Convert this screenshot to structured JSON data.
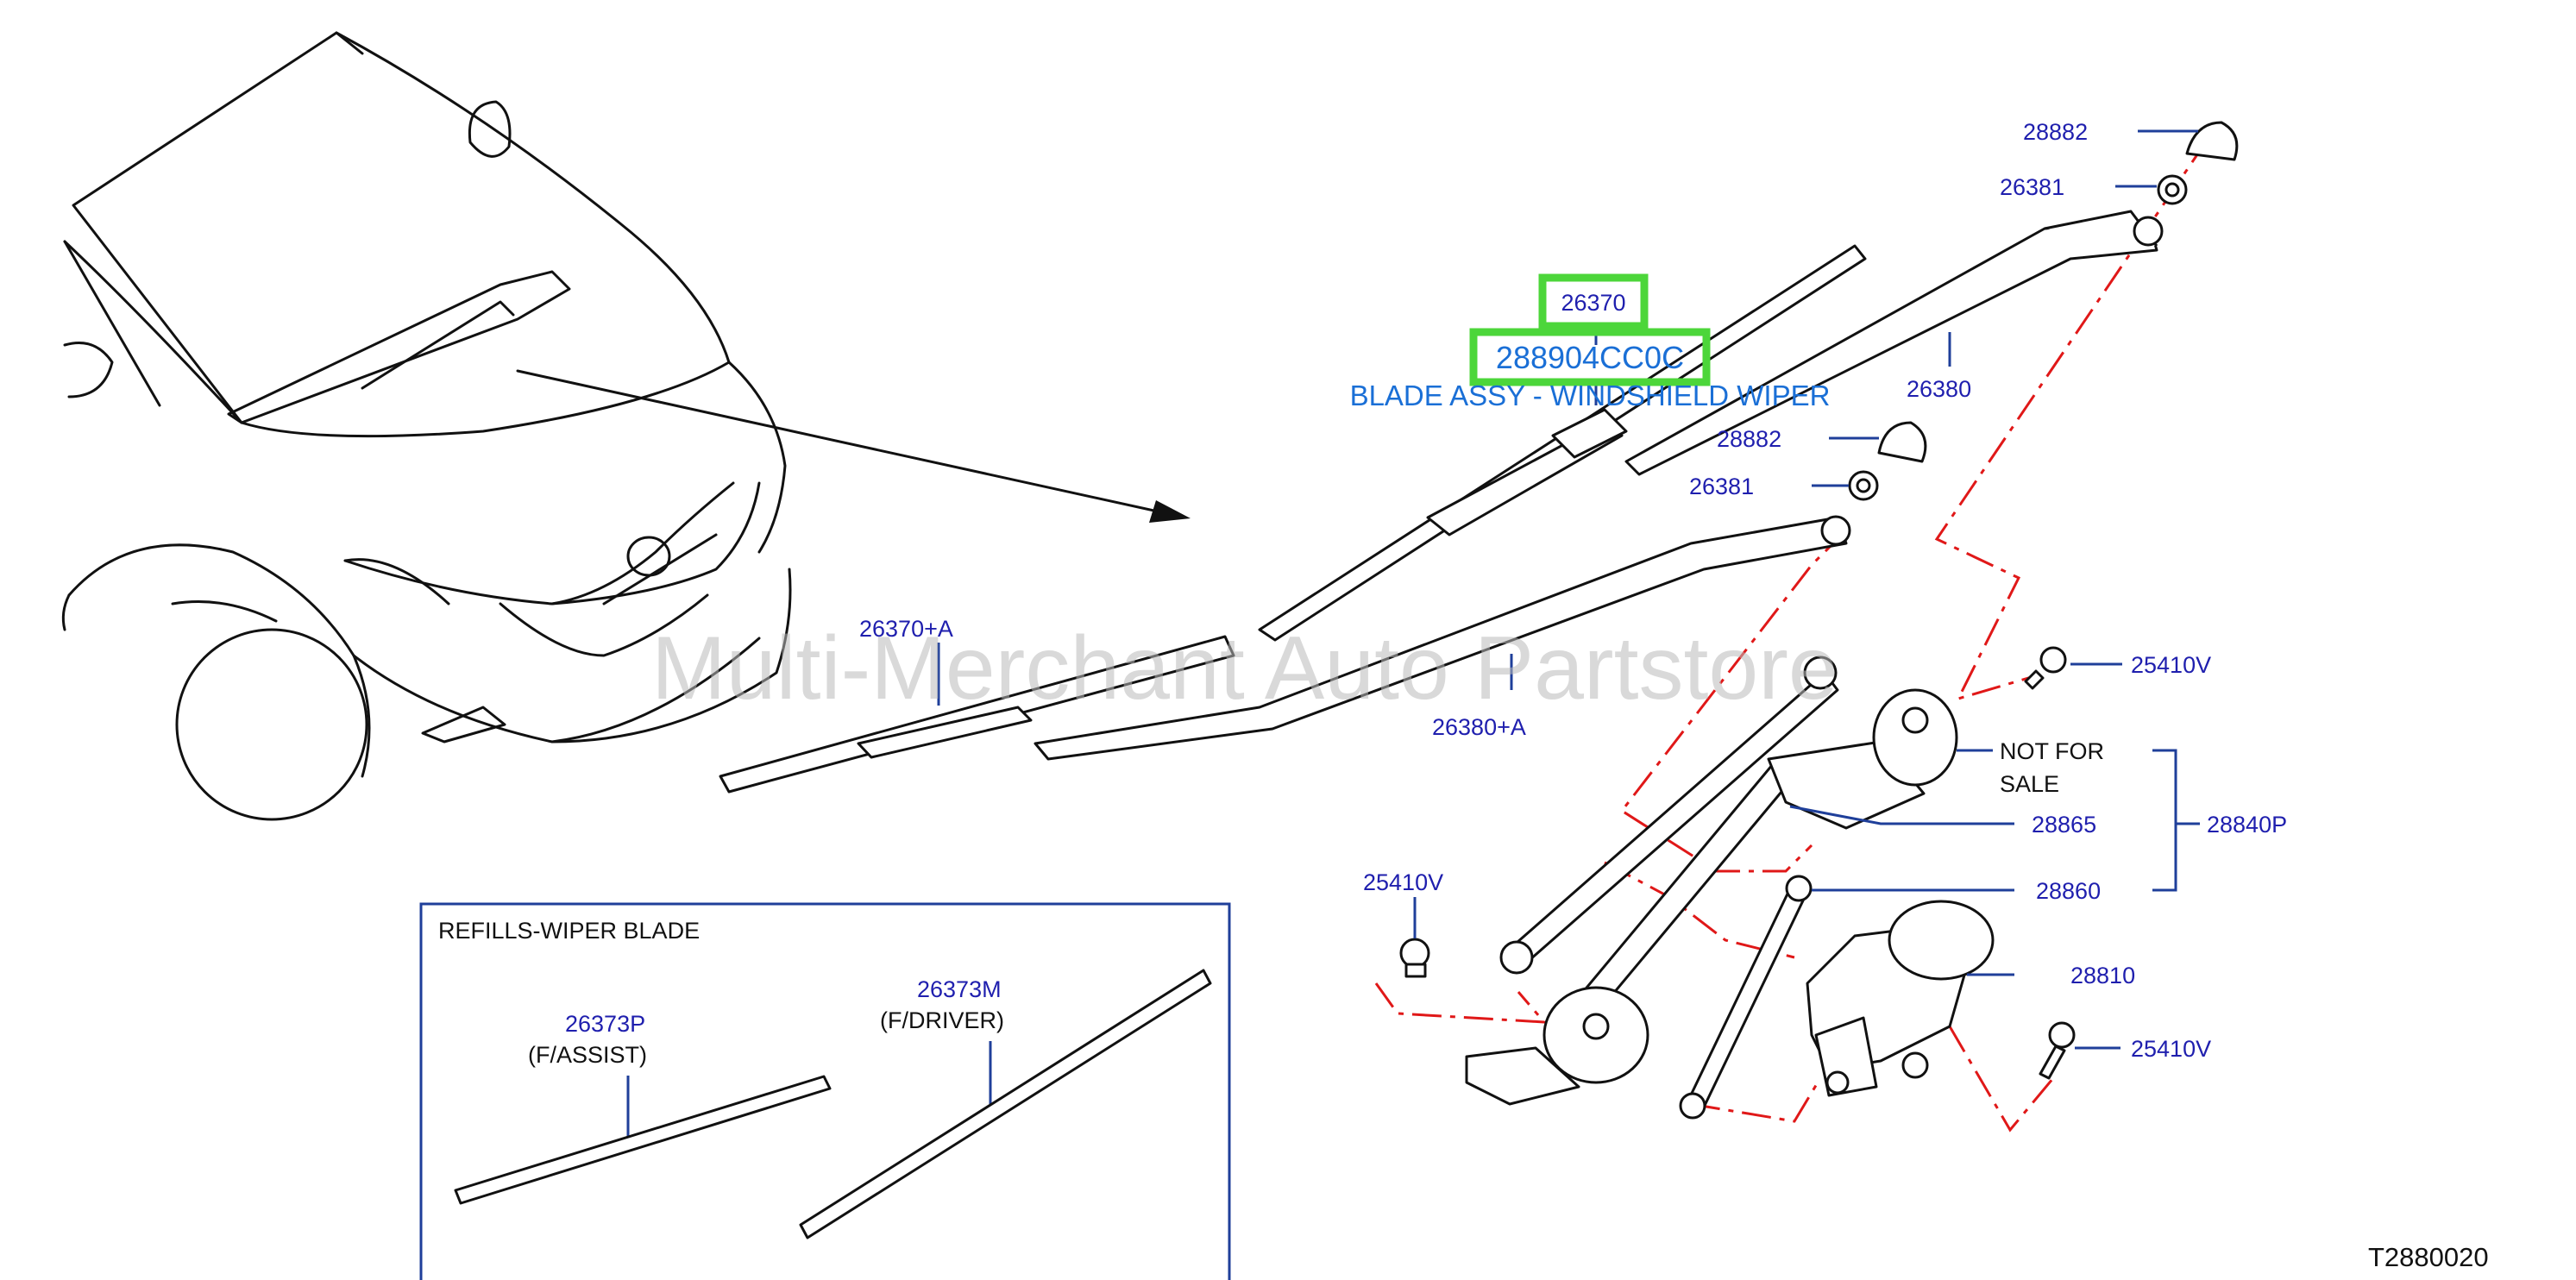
{
  "diagram": {
    "code": "T2880020",
    "watermark": "Multi-Merchant Auto Partstore",
    "highlight": {
      "ref": "26370",
      "part_number": "288904CC0C",
      "description": "BLADE ASSY - WINDSHIELD WIPER",
      "color": "#4cd63a"
    },
    "callouts": {
      "c28882_top": "28882",
      "c26381_top": "26381",
      "c26380": "26380",
      "c28882_mid": "28882",
      "c26381_mid": "26381",
      "c26370a": "26370+A",
      "c26380a": "26380+A",
      "c25410v_right1": "25410V",
      "not_for_line1": "NOT   FOR",
      "not_for_line2": "SALE",
      "c28865": "28865",
      "c28840p": "28840P",
      "c28860": "28860",
      "c25410v_left": "25410V",
      "c28810": "28810",
      "c25410v_right2": "25410V"
    },
    "refills": {
      "title": "REFILLS-WIPER   BLADE",
      "assist_part": "26373P",
      "assist_label": "(F/ASSIST)",
      "driver_part": "26373M",
      "driver_label": "(F/DRIVER)"
    }
  },
  "colors": {
    "label_blue": "#1f1fae",
    "highlight_text": "#1a6fd6",
    "linkage_red": "#e01818"
  }
}
